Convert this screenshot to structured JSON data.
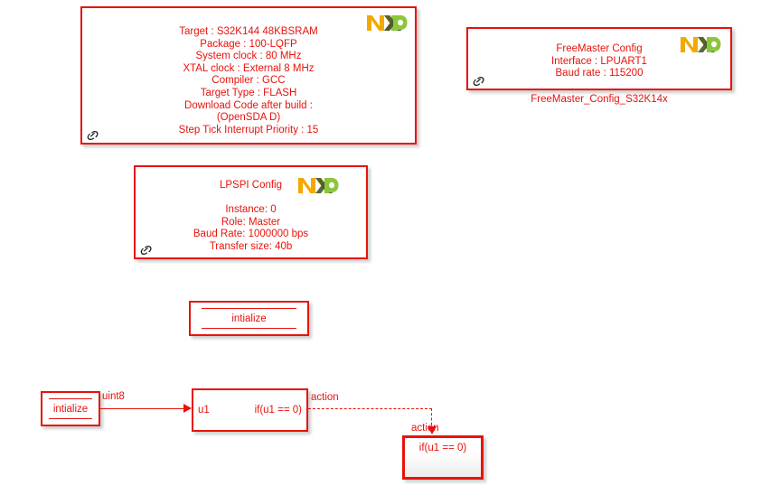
{
  "canvas": {
    "background": "#ffffff",
    "accent_color": "#e8120c"
  },
  "blocks": {
    "target_config": {
      "lines": "Target : S32K144 48KBSRAM\nPackage : 100-LQFP\nSystem clock : 80 MHz\nXTAL clock : External 8 MHz\nCompiler : GCC\nTarget Type : FLASH\nDownload Code after build :\n(OpenSDA D)\nStep Tick Interrupt Priority : 15",
      "logo": "nxp-logo",
      "link": "link-icon"
    },
    "freemaster_config": {
      "lines": "FreeMaster Config\nInterface : LPUART1\nBaud rate : 115200",
      "label": "FreeMaster_Config_S32K14x",
      "logo": "nxp-logo",
      "link": "link-icon"
    },
    "lpspi_config": {
      "title": "LPSPI Config",
      "lines": "Instance: 0\nRole: Master\nBaud Rate: 1000000 bps\nTransfer size: 40b",
      "logo": "nxp-logo",
      "link": "link-icon"
    },
    "initialize_fcn": {
      "label": "intialize"
    },
    "initialize_small": {
      "label": "intialize"
    },
    "if_block": {
      "input_port": "u1",
      "output_port": "if(u1 == 0)"
    },
    "if_action_subsystem": {
      "title": "if(u1 == 0)"
    }
  },
  "signals": {
    "uint8": "uint8",
    "action_out": "action",
    "action_in": "action"
  }
}
